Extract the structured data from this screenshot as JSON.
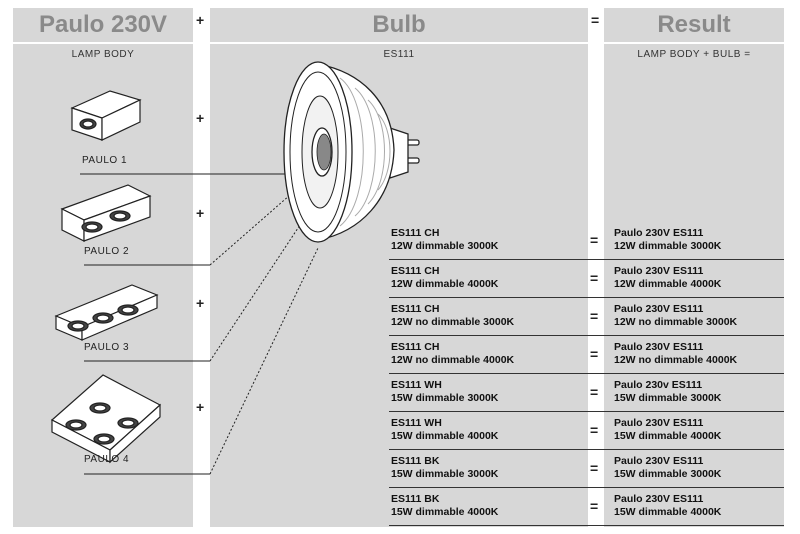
{
  "headers": {
    "lamp": "Paulo 230V",
    "bulb": "Bulb",
    "result": "Result",
    "plus": "+",
    "equals": "="
  },
  "subheaders": {
    "lamp": "LAMP BODY",
    "bulb": "ES111",
    "result": "LAMP BODY + BULB ="
  },
  "lamps": [
    {
      "label": "PAULO 1",
      "operator": "+"
    },
    {
      "label": "PAULO 2",
      "operator": "+"
    },
    {
      "label": "PAULO 3",
      "operator": "+"
    },
    {
      "label": "PAULO 4",
      "operator": "+"
    }
  ],
  "rows": [
    {
      "bulb_line1": "ES111 CH",
      "bulb_line2": "12W dimmable 3000K",
      "eq": "=",
      "result_line1": "Paulo 230V ES111",
      "result_line2": "12W dimmable 3000K"
    },
    {
      "bulb_line1": "ES111 CH",
      "bulb_line2": "12W dimmable 4000K",
      "eq": "=",
      "result_line1": "Paulo 230V ES111",
      "result_line2": "12W dimmable 4000K"
    },
    {
      "bulb_line1": "ES111 CH",
      "bulb_line2": "12W no dimmable 3000K",
      "eq": "=",
      "result_line1": "Paulo 230V ES111",
      "result_line2": "12W no dimmable 3000K"
    },
    {
      "bulb_line1": "ES111 CH",
      "bulb_line2": "12W no dimmable 4000K",
      "eq": "=",
      "result_line1": "Paulo 230V ES111",
      "result_line2": "12W no dimmable 4000K"
    },
    {
      "bulb_line1": "ES111 WH",
      "bulb_line2": "15W dimmable 3000K",
      "eq": "=",
      "result_line1": "Paulo 230v ES111",
      "result_line2": "15W dimmable 3000K"
    },
    {
      "bulb_line1": "ES111 WH",
      "bulb_line2": "15W dimmable 4000K",
      "eq": "=",
      "result_line1": "Paulo 230V ES111",
      "result_line2": "15W dimmable 4000K"
    },
    {
      "bulb_line1": "ES111 BK",
      "bulb_line2": "15W dimmable 3000K",
      "eq": "=",
      "result_line1": "Paulo 230V ES111",
      "result_line2": "15W dimmable 3000K"
    },
    {
      "bulb_line1": "ES111 BK",
      "bulb_line2": "15W dimmable 4000K",
      "eq": "=",
      "result_line1": "Paulo 230V ES111",
      "result_line2": "15W dimmable 4000K"
    }
  ]
}
